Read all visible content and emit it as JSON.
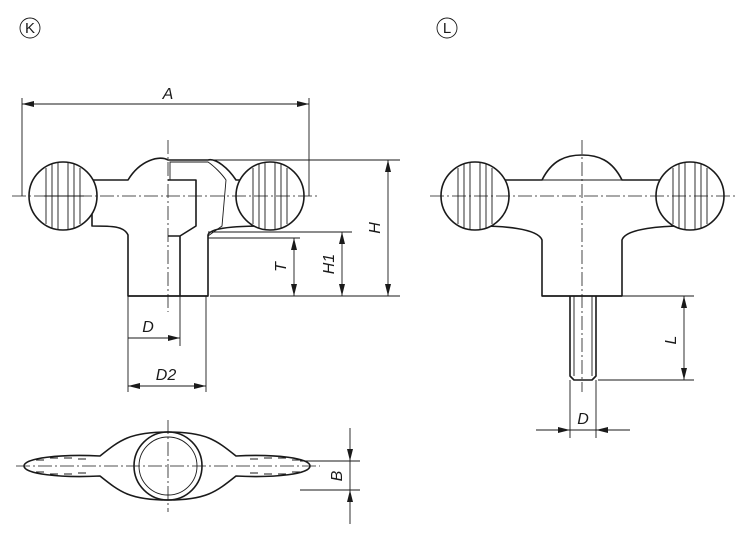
{
  "variants": {
    "k": "K",
    "l": "L"
  },
  "dimensions": {
    "a": "A",
    "h": "H",
    "h1": "H1",
    "t": "T",
    "d": "D",
    "d2": "D2",
    "b": "B",
    "l": "L",
    "d_stud": "D"
  }
}
